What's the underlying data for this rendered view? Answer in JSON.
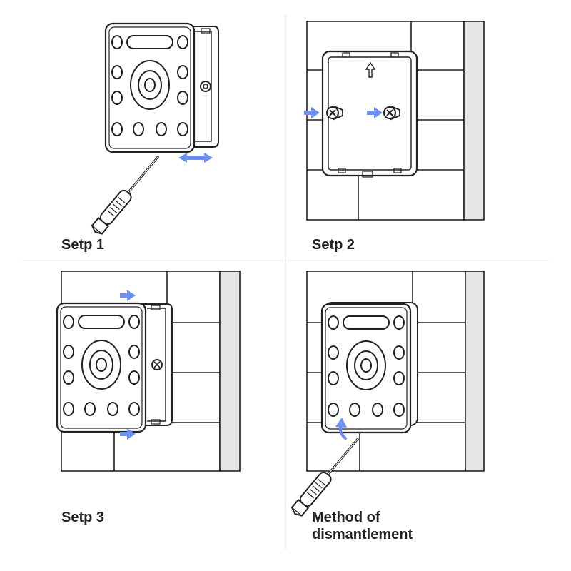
{
  "captions": {
    "step1": "Setp 1",
    "step2": "Setp 2",
    "step3": "Setp 3",
    "step4_line1": "Method of",
    "step4_line2": "dismantlement"
  },
  "colors": {
    "arrow": "#6b8ff2",
    "line": "#222222",
    "wall_edge": "#e6e6e6",
    "divider": "#dddddd"
  },
  "icons": {
    "screwdriver": "screwdriver-icon",
    "screw": "screw-icon",
    "arrow": "arrow-icon",
    "up_arrow": "up-arrow-icon"
  }
}
